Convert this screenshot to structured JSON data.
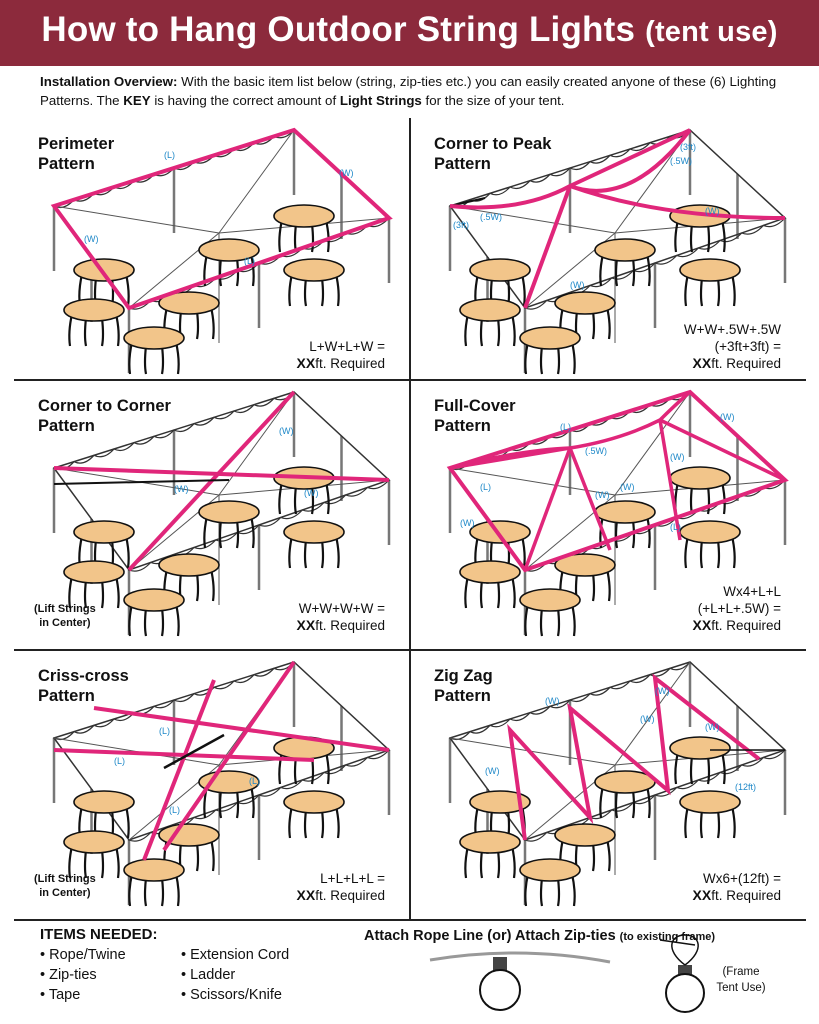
{
  "header": {
    "title": "How to Hang Outdoor String Lights",
    "subtitle": "(tent use)"
  },
  "intro": {
    "lead": "Installation Overview:",
    "text1": " With the basic item list below (string, zip-ties etc.) you can easily created anyone of these (6) Lighting Patterns. The ",
    "key": "KEY",
    "text2": " is having the correct amount of ",
    "strings": "Light Strings",
    "text3": " for the size of your tent."
  },
  "panels": [
    {
      "title_1": "Perimeter",
      "title_2": "Pattern",
      "formula_1": "L+W+L+W =",
      "formula_2": "",
      "req_bold": "XX",
      "req_text": "ft. Required",
      "note_1": "",
      "note_2": "",
      "labels": [
        "(L)",
        "(W)",
        "(W)",
        "(L)"
      ]
    },
    {
      "title_1": "Corner to Peak",
      "title_2": "Pattern",
      "formula_1": "W+W+.5W+.5W",
      "formula_2": "(+3ft+3ft) =",
      "req_bold": "XX",
      "req_text": "ft. Required",
      "note_1": "",
      "note_2": "",
      "labels": [
        "(3ft)",
        "(.5W)",
        "(W)",
        "(3ft)",
        "(.5W)",
        "(W)"
      ]
    },
    {
      "title_1": "Corner to Corner",
      "title_2": "Pattern",
      "formula_1": "W+W+W+W =",
      "formula_2": "",
      "req_bold": "XX",
      "req_text": "ft. Required",
      "note_1": "(Lift Strings",
      "note_2": "in Center)",
      "labels": [
        "(W)",
        "(W)",
        "(W)"
      ]
    },
    {
      "title_1": "Full-Cover",
      "title_2": "Pattern",
      "formula_1": "Wx4+L+L",
      "formula_2": "(+L+L+.5W) =",
      "req_bold": "XX",
      "req_text": "ft. Required",
      "note_1": "",
      "note_2": "",
      "labels": [
        "(L)",
        "(W)",
        "(.5W)",
        "(W)",
        "(L)",
        "(W)",
        "(W)",
        "(W)",
        "(L)"
      ]
    },
    {
      "title_1": "Criss-cross",
      "title_2": "Pattern",
      "formula_1": "L+L+L+L =",
      "formula_2": "",
      "req_bold": "XX",
      "req_text": "ft. Required",
      "note_1": "(Lift Strings",
      "note_2": "in Center)",
      "labels": [
        "(L)",
        "(L)",
        "(L)",
        "(L)"
      ]
    },
    {
      "title_1": "Zig Zag",
      "title_2": "Pattern",
      "formula_1": "Wx6+(12ft) =",
      "formula_2": "",
      "req_bold": "XX",
      "req_text": "ft. Required",
      "note_1": "",
      "note_2": "",
      "labels": [
        "(W)",
        "(W)",
        "(W)",
        "(W)",
        "(W)",
        "(12ft)"
      ]
    }
  ],
  "items": {
    "title": "ITEMS NEEDED:",
    "col1": [
      "• Rope/Twine",
      "• Zip-ties",
      "• Tape"
    ],
    "col2": [
      "• Extension Cord",
      "• Ladder",
      "• Scissors/Knife"
    ]
  },
  "attach": {
    "rope": "Attach Rope Line",
    "or": "(or)",
    "zip": "Attach Zip-ties",
    "zip_note": "(to existing frame)",
    "frame_1": "(Frame",
    "frame_2": "Tent Use)"
  },
  "colors": {
    "header": "#8c2a3c",
    "string": "#e0267a",
    "label": "#1e88c8",
    "table": "#f2c58a"
  }
}
